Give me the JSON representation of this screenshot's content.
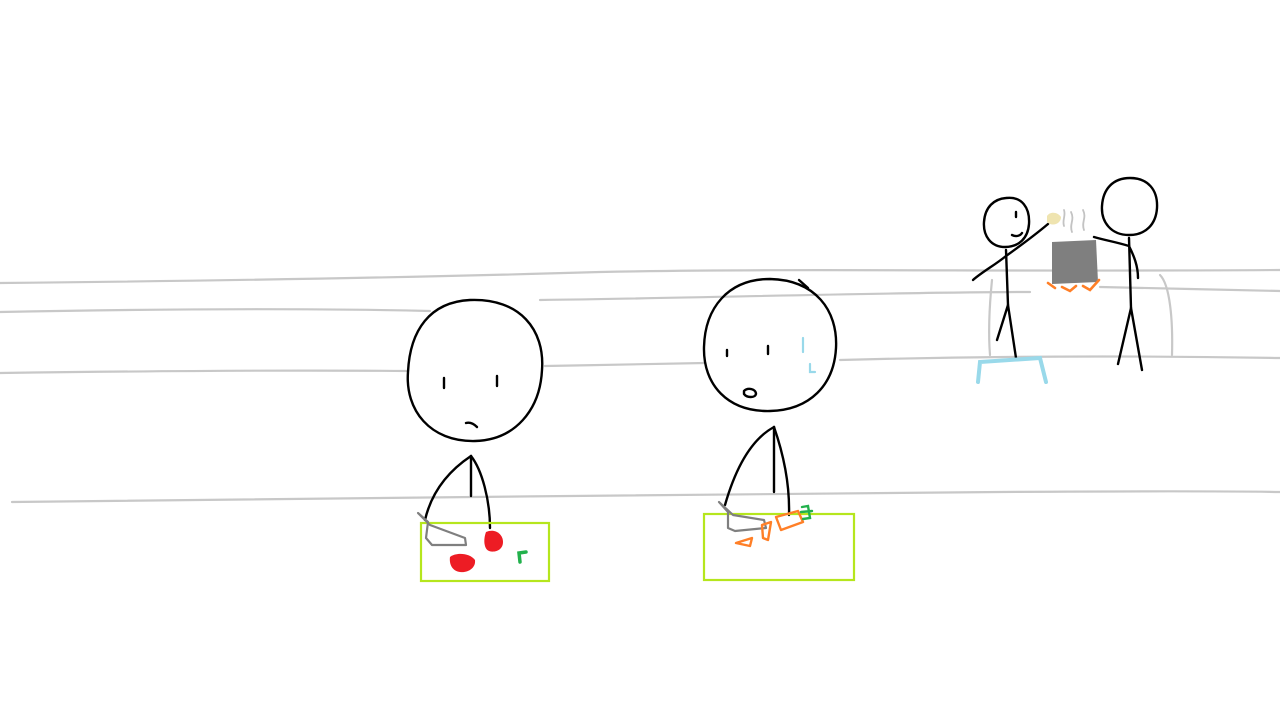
{
  "scene": {
    "description_free": true,
    "elements": [
      {
        "name": "counter-lines",
        "color": "#c8c8c8"
      },
      {
        "name": "cook-left-tomato",
        "items": [
          "knife-icon",
          "tomato-icon",
          "herb-icon"
        ]
      },
      {
        "name": "cook-center-carrot",
        "items": [
          "knife-icon",
          "carrot-icon",
          "sweat-drop-icon"
        ]
      },
      {
        "name": "chefs-at-stove",
        "items": [
          "pot-icon",
          "steam-icon",
          "flame-icon",
          "step-stool-icon"
        ]
      }
    ]
  },
  "colors": {
    "ink": "#000000",
    "counter": "#c8c8c8",
    "cutting_board": "#b5e61d",
    "tomato": "#ed1c24",
    "herb": "#22b14c",
    "carrot": "#ff7f27",
    "carrot_top": "#22b14c",
    "knife": "#7f7f7f",
    "pot": "#7f7f7f",
    "flame": "#ff7f27",
    "stool": "#99d9ea",
    "sweat": "#99d9ea",
    "ingredient": "#efe4b0"
  }
}
